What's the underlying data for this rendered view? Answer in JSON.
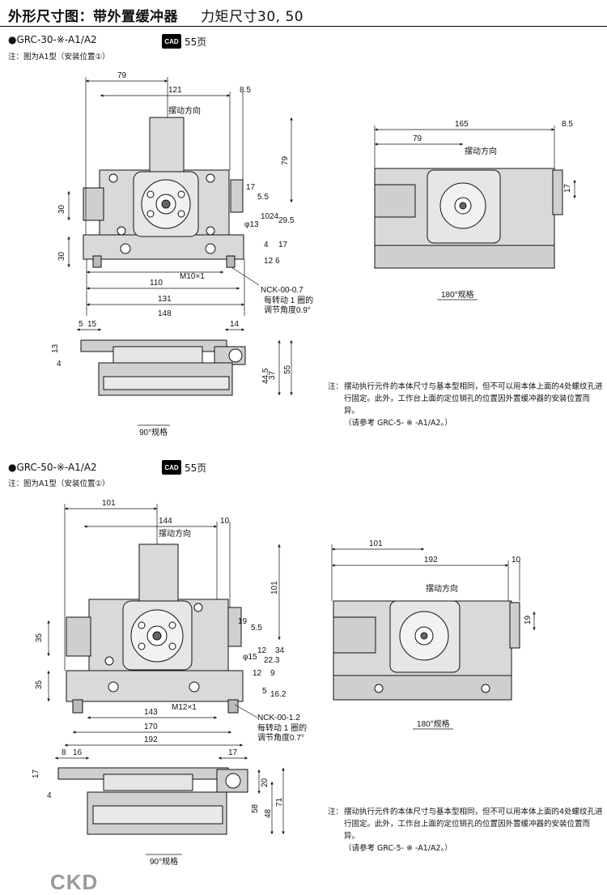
{
  "header": {
    "title": "外形尺寸图：带外置缓冲器",
    "subtitle": "力矩尺寸30, 50"
  },
  "section1": {
    "model": "●GRC-30-※-A1/A2",
    "note": "注：图为A1型（安装位置①）",
    "cad_label": "CAD",
    "cad_page": "55页",
    "dims": {
      "d79": "79",
      "d121": "121",
      "d85": "8.5",
      "d79v": "79",
      "d30a": "30",
      "d30b": "30",
      "d17": "17",
      "d55": "5.5",
      "d13": "φ13",
      "d10": "10",
      "d24": "24",
      "d295": "29.5",
      "d4": "4",
      "d17b": "17",
      "d12": "12",
      "d6": "6",
      "d110": "110",
      "d131": "131",
      "d148": "148",
      "m10": "M10×1",
      "nck": "NCK-00-0.7",
      "per_turn": "每转动 1 圈的",
      "adj": "调节角度0.9°",
      "swing": "摆动方向"
    },
    "side": {
      "d5": "5",
      "d15": "15",
      "d14": "14",
      "d13": "13",
      "d4": "4",
      "d445": "44.5",
      "d37": "37",
      "d55": "55",
      "label90": "90°规格"
    },
    "right": {
      "d165": "165",
      "d79": "79",
      "d85": "8.5",
      "d17": "17",
      "swing": "摆动方向",
      "label180": "180°规格"
    },
    "note_para": {
      "lead": "注：",
      "text": "摆动执行元件的本体尺寸与基本型相同，但不可以用本体上面的4处螺纹孔进行固定。此外，工作台上面的定位销孔的位置因外置缓冲器的安装位置而异。",
      "ref": "（请参考 GRC-5- ※ -A1/A2。）"
    }
  },
  "section2": {
    "model": "●GRC-50-※-A1/A2",
    "note": "注：图为A1型（安装位置①）",
    "cad_label": "CAD",
    "cad_page": "55页",
    "dims": {
      "d101": "101",
      "d144": "144",
      "d10": "10",
      "d101v": "101",
      "d35a": "35",
      "d35b": "35",
      "d19": "19",
      "d55": "5.5",
      "d15": "φ15",
      "d12": "12",
      "d223": "22.3",
      "d34": "34",
      "d12b": "12",
      "d9": "9",
      "d5": "5",
      "d162": "16.2",
      "m12": "M12×1",
      "d143": "143",
      "d170": "170",
      "d192": "192",
      "nck": "NCK-00-1.2",
      "per_turn": "每转动 1 圈的",
      "adj": "调节角度0.7°",
      "swing": "摆动方向"
    },
    "side": {
      "d8": "8",
      "d16": "16",
      "d17": "17",
      "d17b": "17",
      "d4": "4",
      "d20": "20",
      "d58": "58",
      "d48": "48",
      "d71": "71",
      "label90": "90°规格"
    },
    "right": {
      "d101": "101",
      "d192": "192",
      "d10": "10",
      "d19": "19",
      "swing": "摆动方向",
      "label180": "180°规格"
    },
    "note_para": {
      "lead": "注：",
      "text": "摆动执行元件的本体尺寸与基本型相同，但不可以用本体上面的4处螺纹孔进行固定。此外，工作台上面的定位销孔的位置因外置缓冲器的安装位置而异。",
      "ref": "（请参考 GRC-5- ※ -A1/A2。）"
    }
  },
  "footer": {
    "logo": "CKD"
  }
}
